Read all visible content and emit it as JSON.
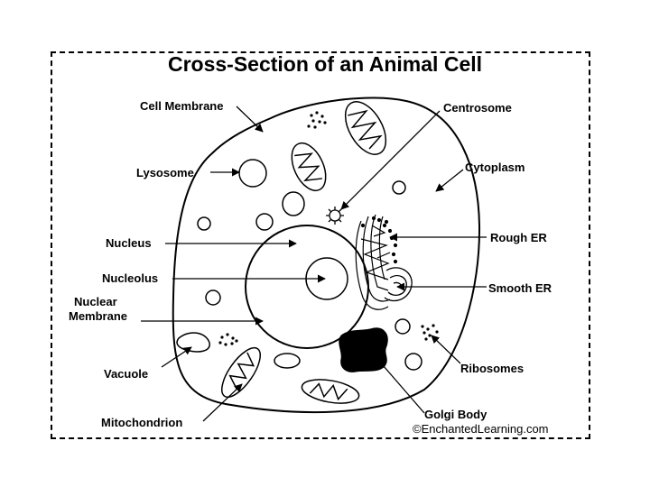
{
  "title": "Cross-Section of an Animal Cell",
  "labels": {
    "cell_membrane": "Cell Membrane",
    "lysosome": "Lysosome",
    "nucleus": "Nucleus",
    "nucleolus": "Nucleolus",
    "nuclear_membrane_line1": "Nuclear",
    "nuclear_membrane_line2": "Membrane",
    "vacuole": "Vacuole",
    "mitochondrion": "Mitochondrion",
    "centrosome": "Centrosome",
    "cytoplasm": "Cytoplasm",
    "rough_er": "Rough ER",
    "smooth_er": "Smooth ER",
    "ribosomes": "Ribosomes",
    "golgi_body": "Golgi Body"
  },
  "copyright": "©EnchantedLearning.com"
}
